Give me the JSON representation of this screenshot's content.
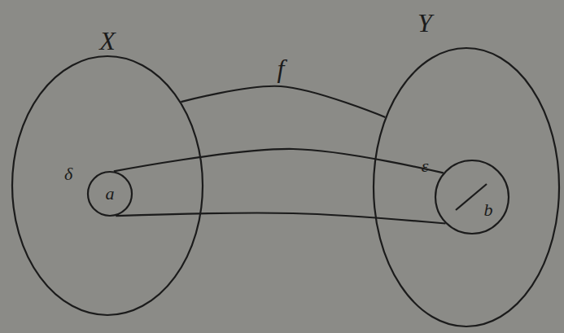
{
  "diagram": {
    "nodes": [
      {
        "text": [
          "X"
        ]
      },
      {
        "text": [
          "Y"
        ]
      },
      {
        "text": [
          "a"
        ],
        "in": 0
      },
      {
        "text": [
          "b"
        ],
        "in": 1
      }
    ],
    "edges": [
      {
        "from": 0,
        "to": 1,
        "label": "f",
        "arrow": "none"
      },
      {
        "from": 2,
        "to": 3,
        "arrow": "none"
      },
      {
        "from": 2,
        "to": 3,
        "arrow": "none"
      }
    ],
    "labels": [
      "δ",
      "ε"
    ]
  }
}
